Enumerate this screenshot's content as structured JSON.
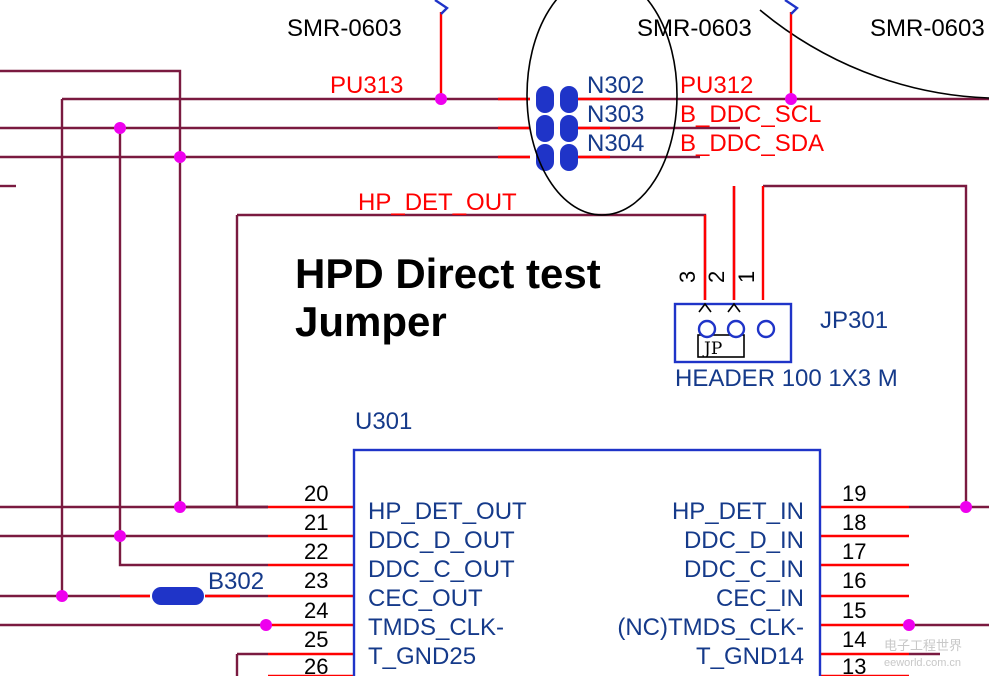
{
  "top_labels": {
    "smr_left": "SMR-0603",
    "smr_mid": "SMR-0603",
    "smr_right": "SMR-0603"
  },
  "nets": {
    "pu313": "PU313",
    "pu312": "PU312",
    "b_ddc_scl": "B_DDC_SCL",
    "b_ddc_sda": "B_DDC_SDA",
    "hp_det_out": "HP_DET_OUT"
  },
  "components": {
    "n302": "N302",
    "n303": "N303",
    "n304": "N304",
    "b302": "B302",
    "u301": "U301",
    "jp301": "JP301",
    "header_desc": "HEADER 100 1X3 M",
    "jp_silk": "JP"
  },
  "jumper_pins": {
    "p3": "3",
    "p2": "2",
    "p1": "1"
  },
  "title": {
    "line1": "HPD Direct test",
    "line2": "Jumper"
  },
  "u301_left_pins": [
    {
      "num": "20",
      "name": "HP_DET_OUT"
    },
    {
      "num": "21",
      "name": "DDC_D_OUT"
    },
    {
      "num": "22",
      "name": "DDC_C_OUT"
    },
    {
      "num": "23",
      "name": "CEC_OUT"
    },
    {
      "num": "24",
      "name": "TMDS_CLK-"
    },
    {
      "num": "25",
      "name": "T_GND25"
    },
    {
      "num": "26",
      "name": ""
    }
  ],
  "u301_right_pins": [
    {
      "num": "19",
      "name": "HP_DET_IN"
    },
    {
      "num": "18",
      "name": "DDC_D_IN"
    },
    {
      "num": "17",
      "name": "DDC_C_IN"
    },
    {
      "num": "16",
      "name": "CEC_IN"
    },
    {
      "num": "15",
      "name": "(NC)TMDS_CLK-"
    },
    {
      "num": "14",
      "name": "T_GND14"
    },
    {
      "num": "13",
      "name": ""
    }
  ],
  "watermark": {
    "cn": "电子工程世界",
    "site": "eeworld.com.cn"
  },
  "colors": {
    "wire": "#7a1a40",
    "net_red": "#ff0000",
    "component_blue": "#1f34c8",
    "junction": "#ee00ee"
  }
}
